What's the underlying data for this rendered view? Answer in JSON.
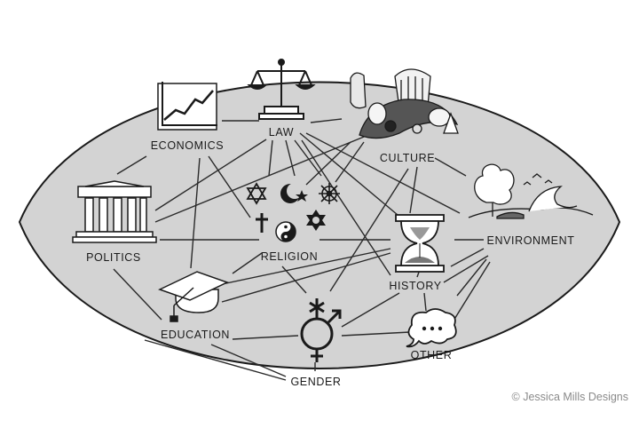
{
  "nodes": {
    "law": "LAW",
    "economics": "ECONOMICS",
    "culture": "CULTURE",
    "environment": "ENVIRONMENT",
    "politics": "POLITICS",
    "religion": "RELIGION",
    "history": "HISTORY",
    "education": "EDUCATION",
    "other": "OTHER",
    "gender": "GENDER"
  },
  "copyright": "© Jessica Mills Designs",
  "colors": {
    "lens_fill": "#d3d3d3",
    "stroke": "#1a1a1a",
    "background": "#ffffff"
  },
  "icons": [
    "scales-of-justice-icon",
    "rising-chart-icon",
    "cornucopia-culture-icon",
    "landscape-icon",
    "greek-building-icon",
    "religious-symbols-icon",
    "hourglass-icon",
    "graduation-cap-icon",
    "gender-symbol-icon",
    "speech-bubble-icon"
  ]
}
